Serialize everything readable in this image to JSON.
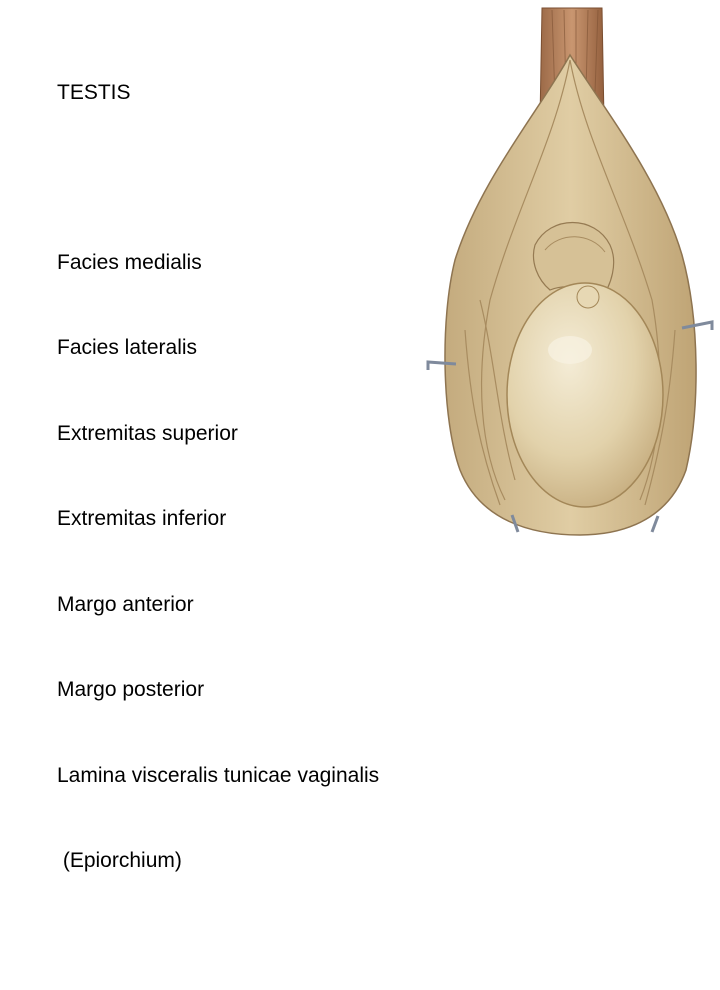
{
  "slide": {
    "title": "TESTIS",
    "terms": [
      "Facies medialis",
      "Facies lateralis",
      "Extremitas superior",
      "Extremitas inferior",
      "Margo anterior",
      "Margo posterior",
      "Lamina visceralis tunicae vaginalis",
      " (Epiorchium)"
    ]
  },
  "illustration": {
    "subject": "testis anatomical drawing",
    "colors": {
      "cord_muscle": "#b9825c",
      "tunica": "#d9c49c",
      "tunica_dark": "#a98c5e",
      "testis_body": "#e4d6b2",
      "epididymis": "#d2bd92",
      "hooks": "#8a96a8"
    }
  }
}
